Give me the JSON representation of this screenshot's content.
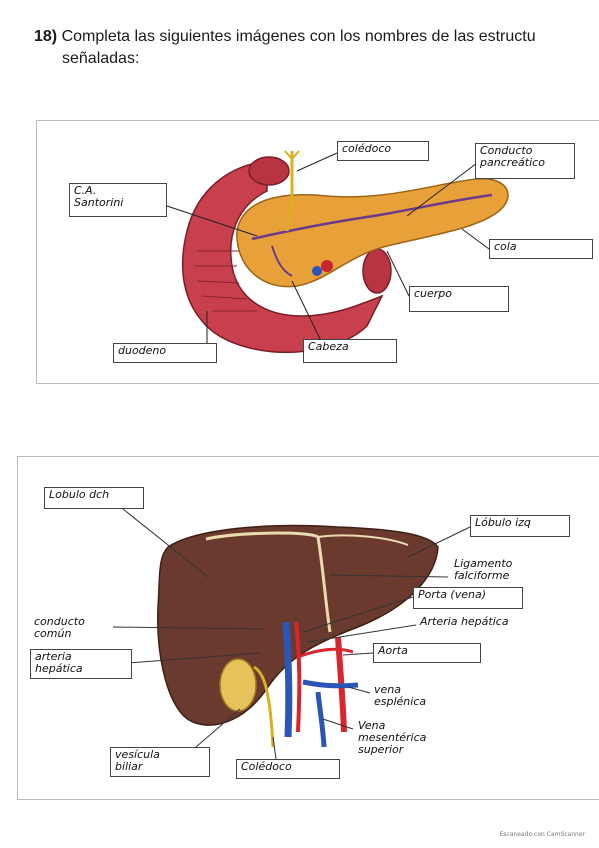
{
  "question": {
    "number": "18)",
    "line1": "Completa las siguientes imágenes con los nombres de las estructu",
    "line2": "señaladas:"
  },
  "pancreas": {
    "labels": {
      "coledoco": "colédoco",
      "conducto_pancreatico": "Conducto\npancreático",
      "ca_santorini": "C.A.\nSantorini",
      "cola": "cola",
      "cuerpo": "cuerpo",
      "duodeno": "duodeno",
      "cabeza": "Cabeza"
    }
  },
  "liver": {
    "labels": {
      "lobulo_dcho": "Lobulo dch",
      "lobulo_izq": "Lóbulo izq",
      "ligamento_falciforme": "Ligamento\nfalciforme",
      "porta": "Porta (vena)",
      "arteria_hepatica_right": "Arteria hepática",
      "conducto_comun": "conducto\ncomún",
      "arteria_hepatica_left": "arteria\nhepática",
      "aorta": "Aorta",
      "vena_esplenica": "vena\nesplénica",
      "vena_mesenterica": "Vena\nmesentérica\nsuperior",
      "vesicula_biliar": "vesícula\nbiliar",
      "coledoco": "Colédoco"
    }
  },
  "footer": "Escaneado con CamScanner",
  "colors": {
    "duodenum": "#c8404e",
    "pancreas": "#e8a038",
    "duct": "#6a3b8c",
    "liver": "#6b3a2e",
    "artery": "#d8262e",
    "vein": "#2c55b8",
    "gallbladder": "#e6c25a"
  }
}
